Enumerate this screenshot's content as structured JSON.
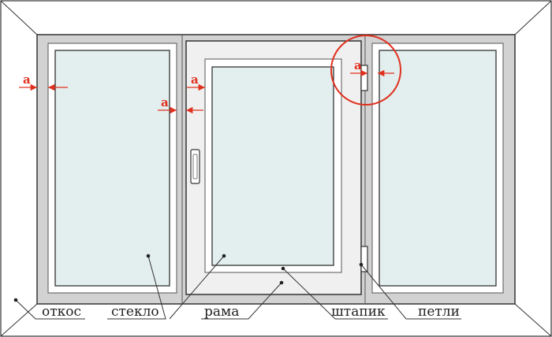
{
  "labels": {
    "slope": "откос",
    "glass": "стекло",
    "frame": "рама",
    "bead": "штапик",
    "hinges": "петли"
  },
  "dimension_mark": "a",
  "colors": {
    "background": "#ffffff",
    "outline": "#333333",
    "frame_gray": "#d2d2d2",
    "glass": "#e3eeee",
    "sash_light": "#f0f0f0",
    "accent": "#e0301e"
  }
}
